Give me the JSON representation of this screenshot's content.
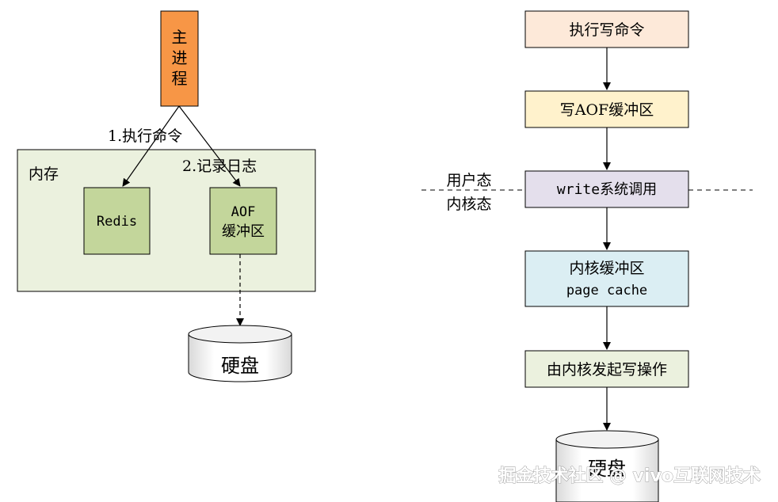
{
  "left": {
    "main_process": [
      "主",
      "进",
      "程"
    ],
    "step1": "1.执行命令",
    "step2": "2.记录日志",
    "memory_label": "内存",
    "redis": "Redis",
    "aof_buffer": [
      "AOF",
      "缓冲区"
    ],
    "disk": "硬盘"
  },
  "right": {
    "exec_write": "执行写命令",
    "write_aof": "写AOF缓冲区",
    "user_mode": "用户态",
    "kernel_mode": "内核态",
    "write_syscall": "write系统调用",
    "kernel_buffer": [
      "内核缓冲区",
      "page cache"
    ],
    "kernel_write": "由内核发起写操作",
    "disk": "硬盘"
  },
  "watermark": "掘金技术社区 @ vivo互联网技术"
}
